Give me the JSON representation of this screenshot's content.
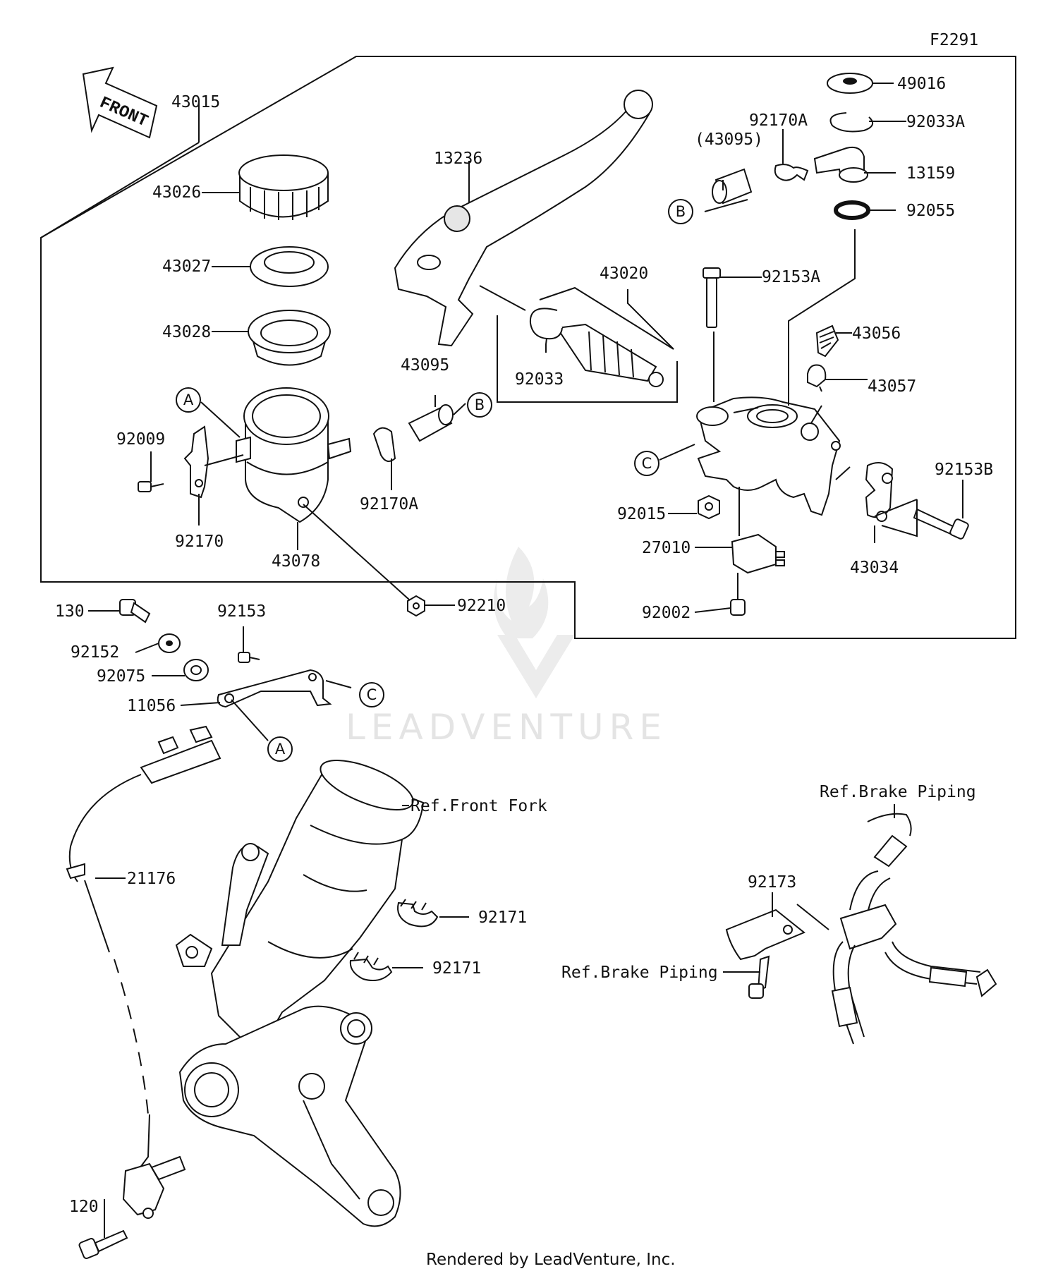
{
  "figure_code": "F2291",
  "front_arrow_text": "FRONT",
  "watermark": "LEADVENTURE",
  "footer": "Rendered by LeadVenture, Inc.",
  "parts": {
    "p43015": "43015",
    "p43026": "43026",
    "p43027": "43027",
    "p43028": "43028",
    "p13236": "13236",
    "p43020": "43020",
    "p92033": "92033",
    "p43095": "43095",
    "p43095_paren": "(43095)",
    "p92170A_top": "92170A",
    "p92170A_mid": "92170A",
    "p49016": "49016",
    "p92033A": "92033A",
    "p13159": "13159",
    "p92055": "92055",
    "p92153A": "92153A",
    "p43056": "43056",
    "p43057": "43057",
    "p92153B": "92153B",
    "p92009": "92009",
    "p92170": "92170",
    "p43078": "43078",
    "p92015": "92015",
    "p27010": "27010",
    "p43034": "43034",
    "p92002": "92002",
    "p92210": "92210",
    "p130": "130",
    "p92153": "92153",
    "p92152": "92152",
    "p92075": "92075",
    "p11056": "11056",
    "p21176": "21176",
    "p92171_a": "92171",
    "p92171_b": "92171",
    "p92173": "92173",
    "p120": "120",
    "ref_front_fork": "Ref.Front Fork",
    "ref_brake_piping_a": "Ref.Brake Piping",
    "ref_brake_piping_b": "Ref.Brake Piping"
  },
  "callouts": {
    "A1": "A",
    "A2": "A",
    "B1": "B",
    "B2": "B",
    "C1": "C",
    "C2": "C"
  }
}
